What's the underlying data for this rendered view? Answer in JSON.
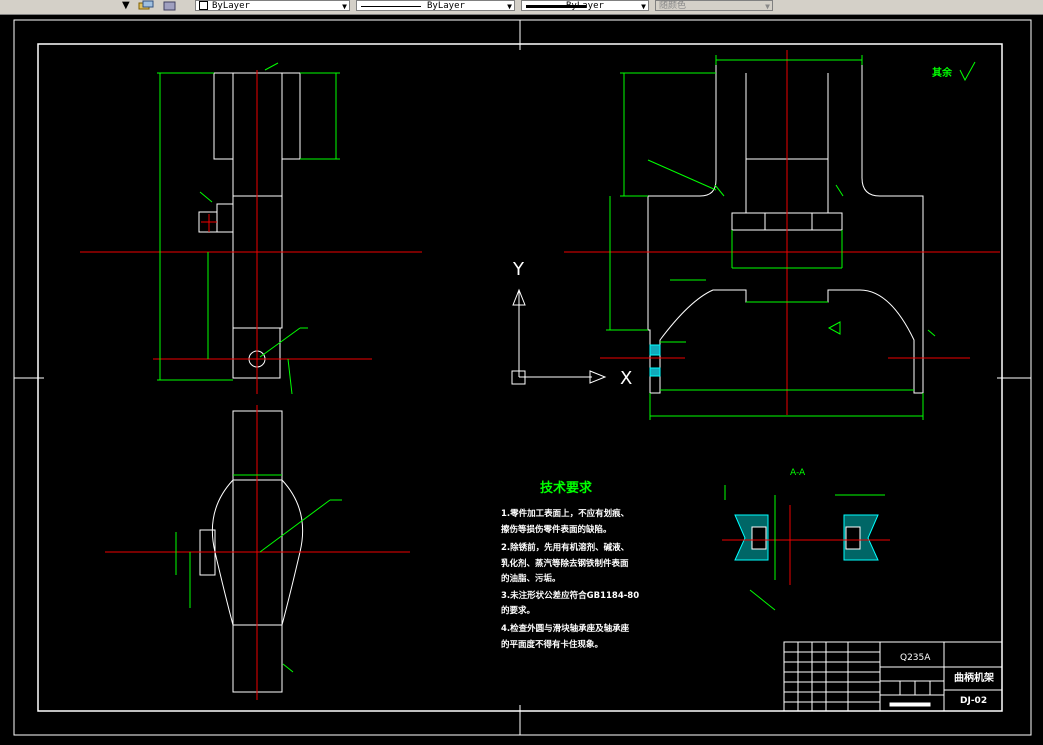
{
  "toolbar": {
    "layer_combo": "ByLayer",
    "linetype_combo": "ByLayer",
    "lineweight_combo": "ByLayer",
    "color_combo": "随颜色"
  },
  "drawing": {
    "tech_title": "技术要求",
    "tech_req": [
      "1.零件加工表面上，不应有划痕、",
      "擦伤等损伤零件表面的缺陷。",
      "2.除锈前，先用有机溶剂、碱液、",
      "乳化剂、蒸汽等除去钢铁制件表面",
      "的油脂、污垢。",
      "3.未注形状公差应符合GB1184-80",
      "的要求。",
      "4.检查外圆与滑块轴承座及轴承座",
      "的平面度不得有卡住现象。"
    ],
    "section_label": "A-A",
    "roughness_label": "其余",
    "title_block": {
      "material": "Q235A",
      "part_name": "曲柄机架",
      "drawing_no": "DJ-02"
    },
    "ucs": {
      "y": "Y",
      "x": "X"
    }
  }
}
